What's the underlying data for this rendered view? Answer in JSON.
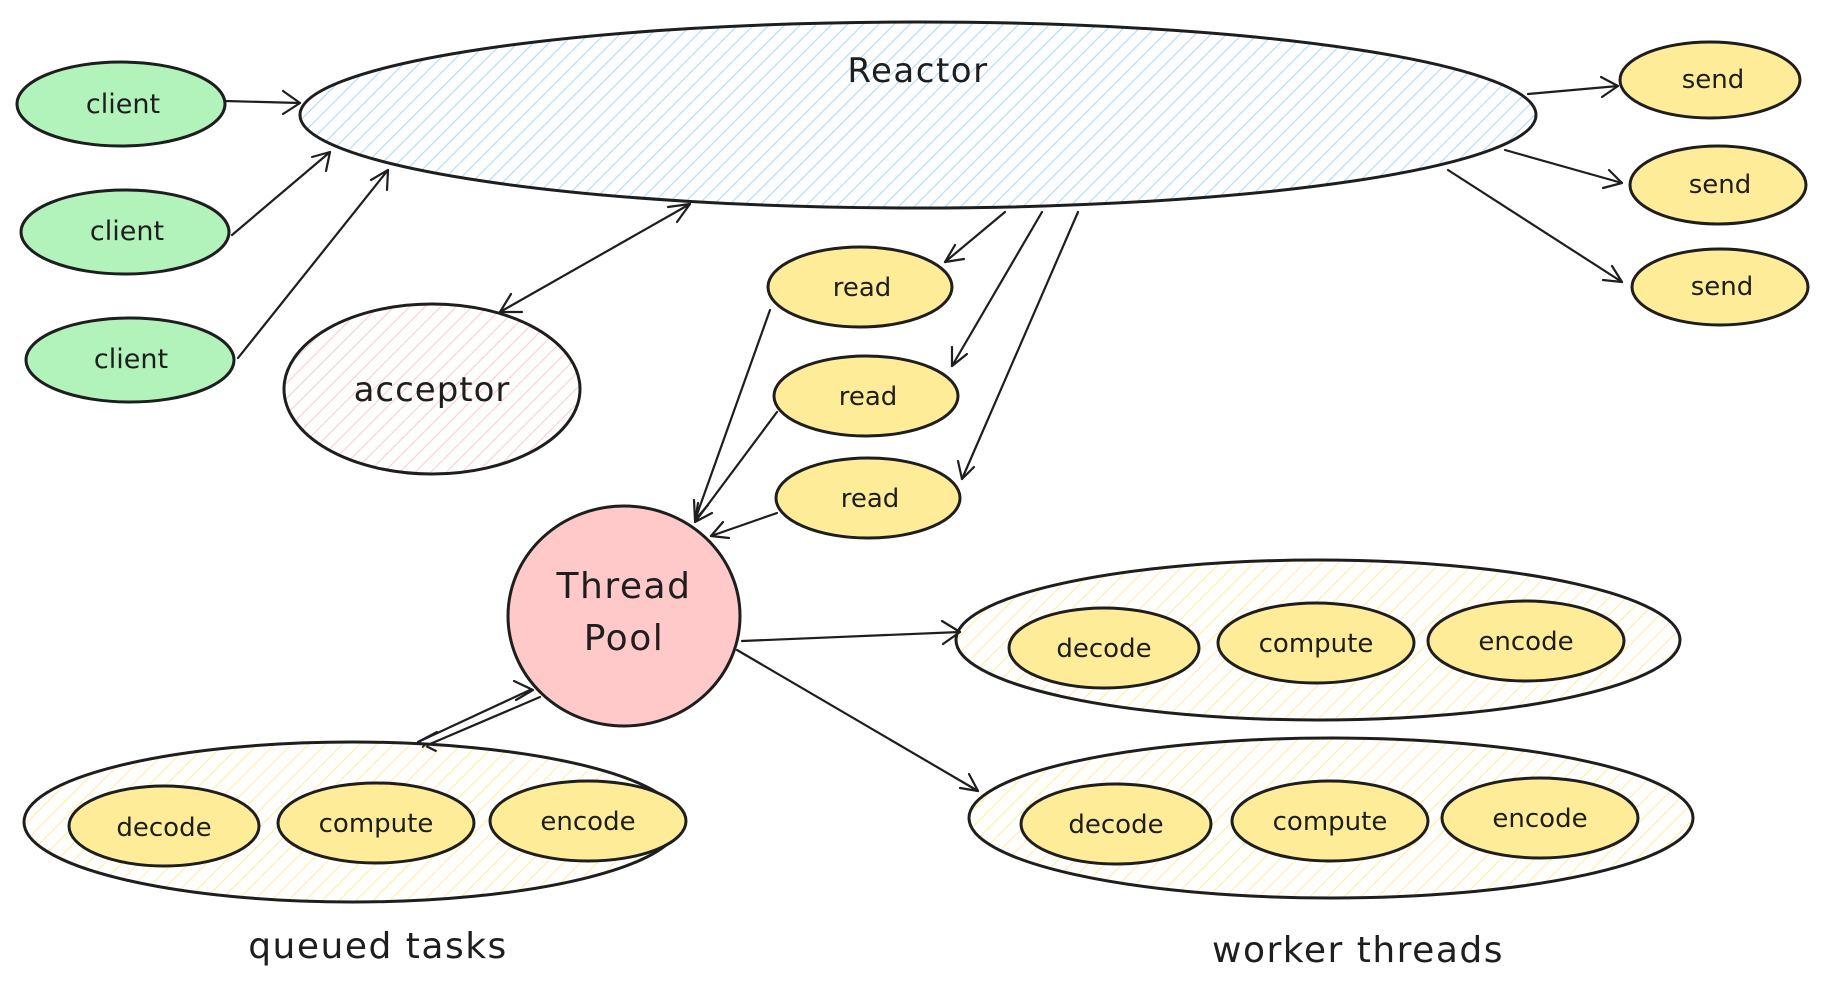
{
  "colors": {
    "stroke": "#1e1e1e",
    "client_fill": "#b2f2bb",
    "reactor_hatch": "#a5d8ff",
    "acceptor_hatch": "#ffc9c9",
    "task_fill": "#ffec99",
    "group_hatch": "#ffec99",
    "threadpool_fill": "#ffc9c9"
  },
  "nodes": {
    "reactor": "Reactor",
    "client_1": "client",
    "client_2": "client",
    "client_3": "client",
    "acceptor": "acceptor",
    "read_1": "read",
    "read_2": "read",
    "read_3": "read",
    "send_1": "send",
    "send_2": "send",
    "send_3": "send",
    "thread_pool": [
      "Thread",
      "Pool"
    ]
  },
  "groups": {
    "queued": {
      "label": "queued tasks",
      "tasks": [
        "decode",
        "compute",
        "encode"
      ]
    },
    "workers_top": {
      "tasks": [
        "decode",
        "compute",
        "encode"
      ]
    },
    "workers_bottom": {
      "tasks": [
        "decode",
        "compute",
        "encode"
      ]
    },
    "workers_label": "worker threads"
  }
}
